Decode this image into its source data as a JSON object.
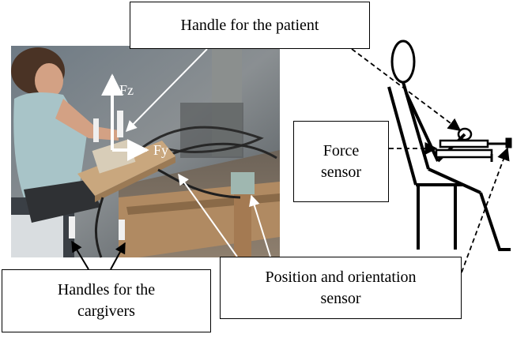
{
  "labels": {
    "patient_handle": "Handle for the patient",
    "force_sensor_line1": "Force",
    "force_sensor_line2": "sensor",
    "caregiver_handles_line1": "Handles for the",
    "caregiver_handles_line2": "cargivers",
    "position_sensor_line1": "Position and orientation",
    "position_sensor_line2": "sensor"
  },
  "axes": {
    "z": "Fz",
    "y": "Fy"
  },
  "colors": {
    "box_border": "#000000",
    "box_fill": "#ffffff",
    "arrow_on_photo": "#ffffff",
    "arrow_on_drawing": "#000000"
  }
}
